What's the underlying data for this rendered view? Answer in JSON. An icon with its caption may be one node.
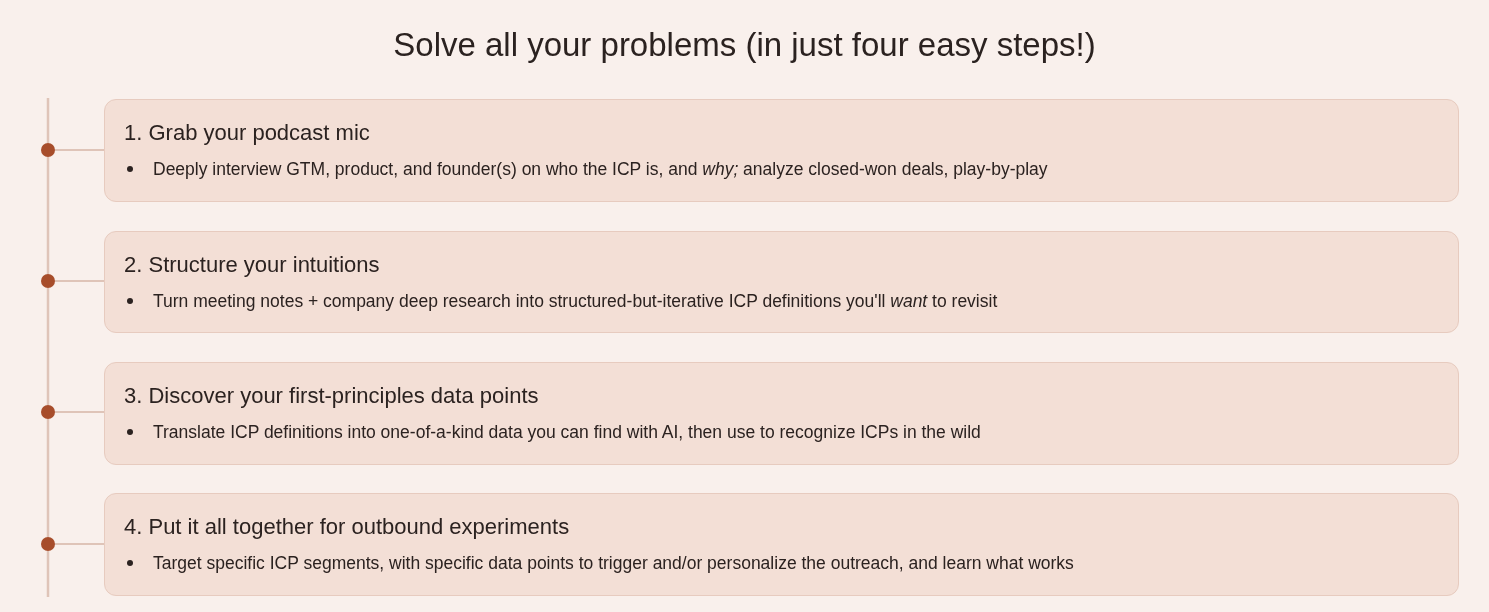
{
  "diagram": {
    "title": "Solve all your problems (in just four easy steps!)",
    "nodes": [
      {
        "text": [],
        "shape": "circle"
      },
      {
        "text": [
          "1. Grab your podcast mic",
          "Deeply interview GTM, product, and founder(s) on who the ICP is, and *why;* analyze closed-won deals, play-by-play"
        ]
      },
      {
        "text": [],
        "shape": "circle"
      },
      {
        "text": [
          "2. Structure your intuitions",
          "Turn meeting notes + company deep research into structured-but-iterative ICP definitions you'll *want* to revisit"
        ]
      },
      {
        "text": [],
        "shape": "circle"
      },
      {
        "text": [
          "3. Discover your first-principles data points",
          "Translate ICP definitions into one-of-a-kind data you can find with AI, then use to recognize ICPs in the wild"
        ]
      },
      {
        "text": [],
        "shape": "circle"
      },
      {
        "text": [
          "4. Put it all together for outbound experiments",
          "Target specific ICP segments, with specific data points to trigger and/or personalize the outreach, and learn what works"
        ]
      }
    ],
    "edges": [
      {
        "from": null,
        "to": 0,
        "arrow": "none"
      },
      {
        "from": 0,
        "to": 1,
        "arrow": "none"
      },
      {
        "from": 0,
        "to": 2,
        "arrow": "none"
      },
      {
        "from": 2,
        "to": 3,
        "arrow": "none"
      },
      {
        "from": 2,
        "to": 4,
        "arrow": "none"
      },
      {
        "from": 4,
        "to": 5,
        "arrow": "none"
      },
      {
        "from": 4,
        "to": 6,
        "arrow": "none"
      },
      {
        "from": 6,
        "to": 7,
        "arrow": "none"
      },
      {
        "from": 6,
        "to": null,
        "arrow": "none"
      }
    ]
  }
}
